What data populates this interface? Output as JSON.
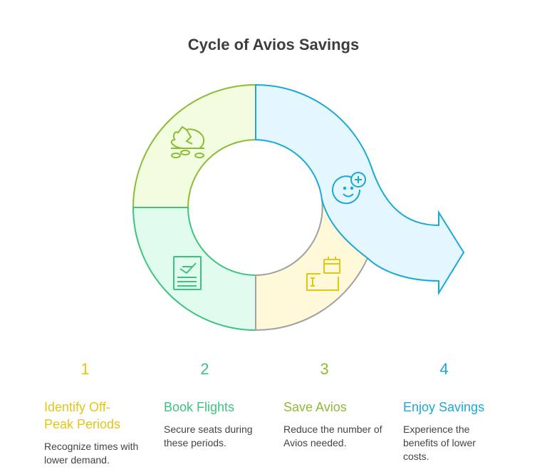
{
  "title": "Cycle of Avios Savings",
  "colors": {
    "step1": "#e2c614",
    "step2": "#3cc47d",
    "step3": "#8cbb35",
    "step4": "#1ba8d8"
  },
  "steps": [
    {
      "number": "1",
      "heading": "Identify Off-Peak Periods",
      "description": "Recognize times with lower demand.",
      "icon": "piggy-bank-icon"
    },
    {
      "number": "2",
      "heading": "Book Flights",
      "description": "Secure seats during these periods.",
      "icon": "flight-ticket-icon"
    },
    {
      "number": "3",
      "heading": "Save Avios",
      "description": "Reduce the number of Avios needed.",
      "icon": "calendar-ticket-icon"
    },
    {
      "number": "4",
      "heading": "Enjoy Savings",
      "description": "Experience the benefits of lower costs.",
      "icon": "happy-face-plus-icon"
    }
  ]
}
